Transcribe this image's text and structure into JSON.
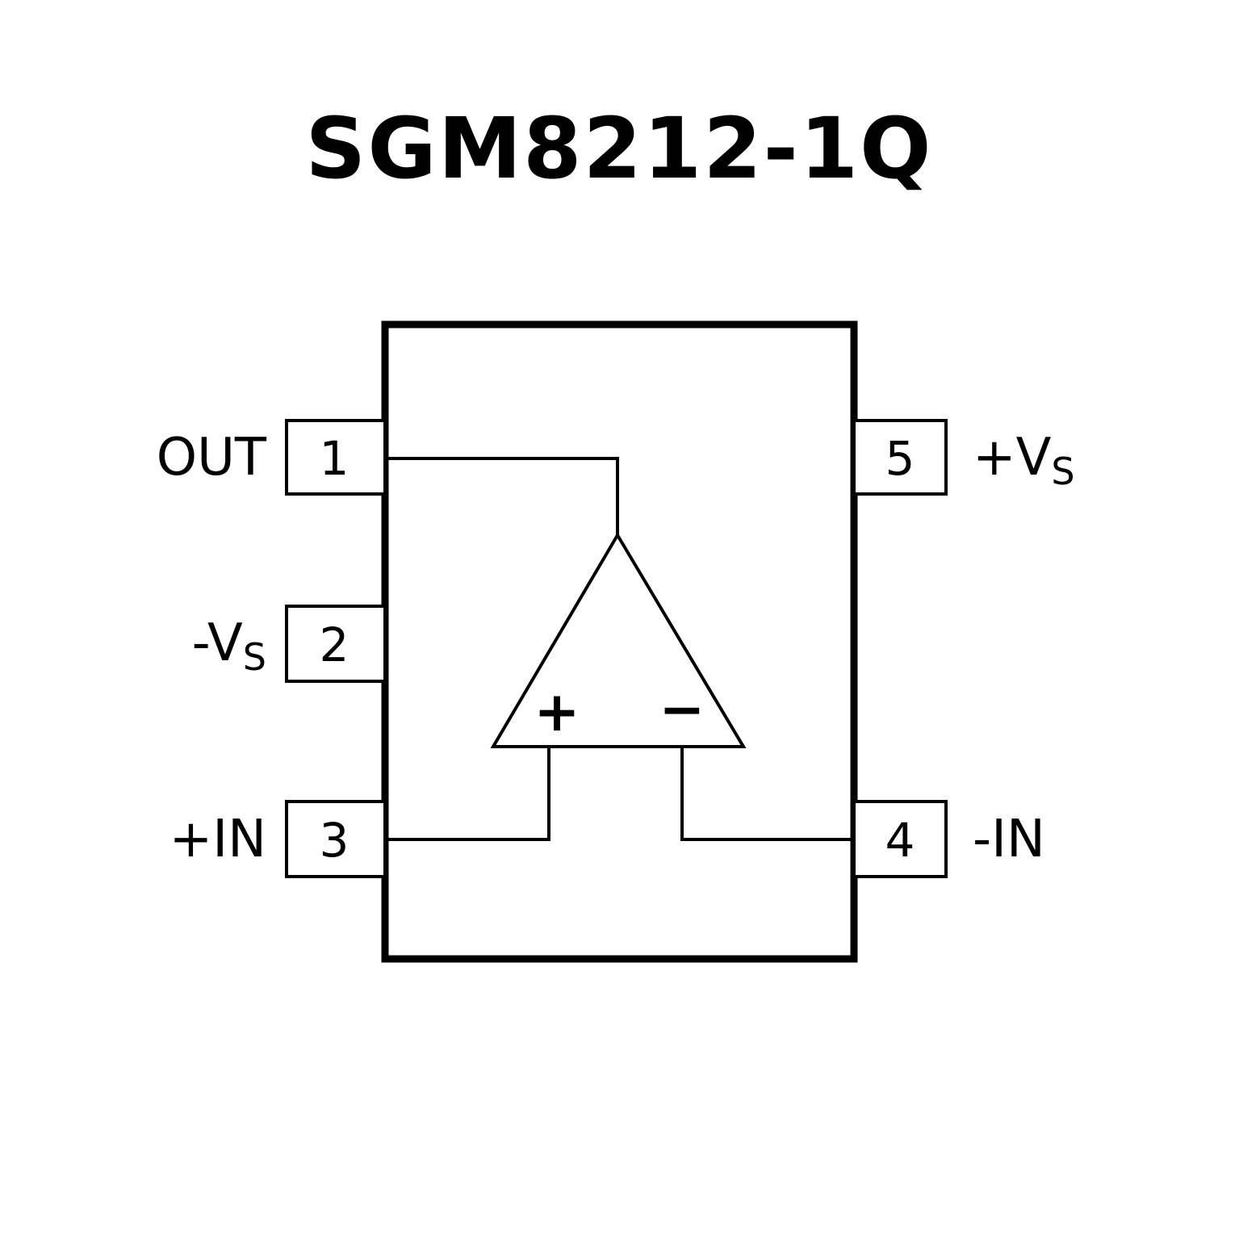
{
  "title": "SGM8212-1Q",
  "pins": {
    "pin1": {
      "number": "1",
      "label": "OUT"
    },
    "pin2": {
      "number": "2",
      "label": "-V",
      "label_sub": "S"
    },
    "pin3": {
      "number": "3",
      "label": "+IN"
    },
    "pin4": {
      "number": "4",
      "label": "-IN"
    },
    "pin5": {
      "number": "5",
      "label": "+V",
      "label_sub": "S"
    }
  },
  "opamp": {
    "noninverting_sign": "+",
    "inverting_sign": "−"
  },
  "colors": {
    "line": "#000000",
    "background": "#ffffff"
  }
}
